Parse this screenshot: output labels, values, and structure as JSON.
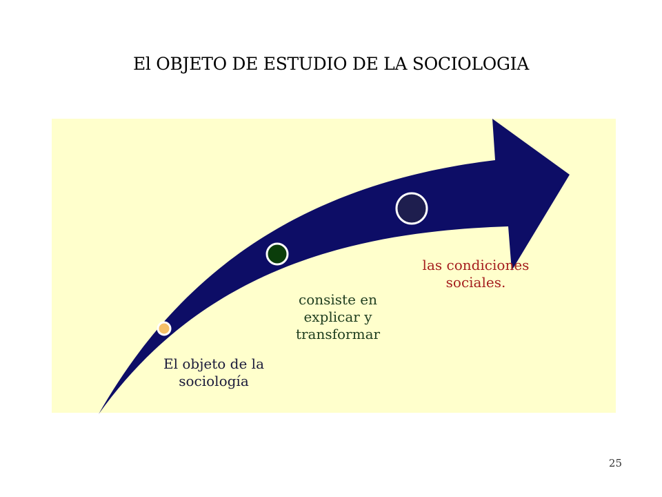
{
  "title": "El OBJETO DE ESTUDIO DE LA SOCIOLOGIA",
  "colors": {
    "panel_background": "#ffffcc",
    "arrow": "#0d0d66",
    "dot_1": "#f5c068",
    "dot_2": "#0b3d0b",
    "dot_3": "#1e1e4e",
    "dot_outline": "#ffffff"
  },
  "steps": [
    {
      "text": "El objeto de la sociología"
    },
    {
      "text": "consiste en explicar y transformar"
    },
    {
      "text": "las condiciones sociales."
    }
  ],
  "page_number": "25"
}
